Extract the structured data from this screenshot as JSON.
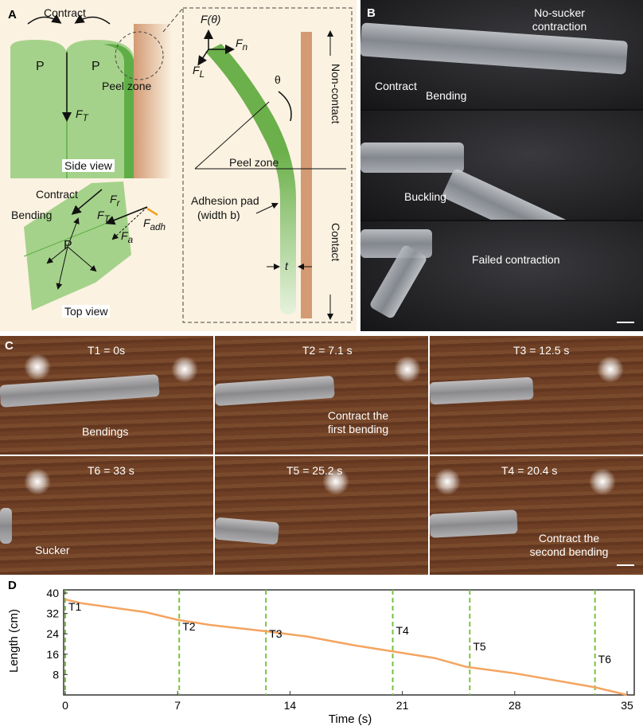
{
  "panel_a": {
    "label": "A",
    "contract_top": "Contract",
    "p1": "P",
    "p2": "P",
    "peel_zone": "Peel zone",
    "ft": "F",
    "ft_sub": "T",
    "side_view": "Side view",
    "contract_bottom": "Contract",
    "bending": "Bending",
    "fr": "F",
    "fr_sub": "r",
    "ft2": "F",
    "ft2_sub": "T",
    "fadh": "F",
    "fadh_sub": "adh",
    "fa": "F",
    "fa_sub": "a",
    "p3": "P",
    "top_view": "Top view",
    "f_theta": "F(θ)",
    "fn": "F",
    "fn_sub": "n",
    "fl": "F",
    "fl_sub": "L",
    "theta": "θ",
    "peel_zone2": "Peel zone",
    "non_contact": "Non-contact",
    "contact": "Contact",
    "adhesion_pad": "Adhesion pad",
    "width_b": "(width b)",
    "t": "t"
  },
  "panel_b": {
    "label": "B",
    "no_sucker": "No-sucker contraction",
    "contract": "Contract",
    "bending": "Bending",
    "buckling": "Buckling",
    "failed": "Failed contraction"
  },
  "panel_c": {
    "label": "C",
    "frames": [
      {
        "time": "T1 = 0s"
      },
      {
        "time": "T2 = 7.1 s"
      },
      {
        "time": "T3 = 12.5 s"
      },
      {
        "time": "T6 = 33 s"
      },
      {
        "time": "T5 = 25.2 s"
      },
      {
        "time": "T4 = 20.4 s"
      }
    ],
    "bendings": "Bendings",
    "contract_first": "Contract the first bending",
    "sucker": "Sucker",
    "contract_second": "Contract the second bending"
  },
  "panel_d": {
    "label": "D"
  },
  "chart_data": {
    "type": "line",
    "xlabel": "Time (s)",
    "ylabel": "Length (cm)",
    "xlim": [
      0,
      35
    ],
    "ylim": [
      0,
      40
    ],
    "xticks": [
      "0",
      "7",
      "14",
      "21",
      "28",
      "35"
    ],
    "yticks": [
      "8",
      "16",
      "24",
      "32",
      "40"
    ],
    "series": [
      {
        "name": "Length",
        "color": "#f4a460",
        "x": [
          0,
          1,
          5,
          7,
          9,
          12.5,
          15,
          18,
          20.5,
          23,
          25,
          28,
          33,
          35
        ],
        "y": [
          37.5,
          36,
          32.5,
          29.5,
          27.5,
          25,
          23,
          19.5,
          17,
          14.5,
          11,
          8.5,
          3,
          0
        ]
      }
    ],
    "markers": [
      {
        "label": "T1",
        "x": 0
      },
      {
        "label": "T2",
        "x": 7.1
      },
      {
        "label": "T3",
        "x": 12.5
      },
      {
        "label": "T4",
        "x": 20.4
      },
      {
        "label": "T5",
        "x": 25.2
      },
      {
        "label": "T6",
        "x": 33
      }
    ],
    "marker_color": "#7dc242",
    "grid": false
  }
}
